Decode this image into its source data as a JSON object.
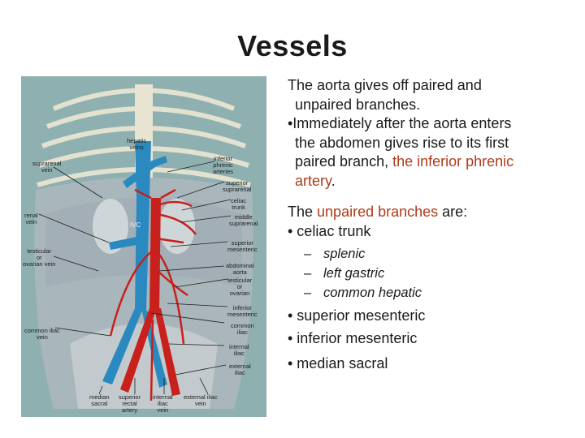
{
  "title": "Vessels",
  "intro": {
    "line1": "The aorta gives off paired and",
    "line2": "unpaired branches.",
    "bullet1_a": "•Immediately after the aorta enters",
    "bullet1_b": "the abdomen gives rise to its first",
    "bullet1_c_pre": "paired branch, ",
    "bullet1_c_hi": "the inferior phrenic",
    "bullet1_d_hi": "artery",
    "bullet1_d_post": "."
  },
  "unpaired": {
    "lead_pre": "The ",
    "lead_hi": "unpaired branches",
    "lead_post": " are:",
    "celiac": "• celiac trunk",
    "sub_items": [
      "splenic",
      "left gastric",
      "common hepatic"
    ],
    "sub_dash": "–",
    "bullets": [
      "• superior mesenteric",
      "• inferior mesenteric",
      "• median sacral"
    ]
  },
  "figure_labels": {
    "hepatic_veins": "hepatic\nveins",
    "suprarenal_vein": "suprarenal\nvein",
    "inferior_phrenic": "inferior\nphrenic\narteries",
    "superior_suprarenal": "superior\nsuprarenal",
    "celiac_trunk": "celiac\ntrunk",
    "middle_suprarenal": "middle\nsuprarenal",
    "renal_vein": "renal\nvein",
    "ivc": "IVC",
    "superior_mesenteric": "superior\nmesenteric",
    "testicular_ovarian_vein": "testicular\nor\novarian vein",
    "abdominal_aorta": "abdominal\naorta",
    "testicular_ovarian": "testicular\nor\novarian",
    "inferior_mesenteric": "inferior\nmesenteric",
    "common_iliac_vein": "common iliac\nvein",
    "common_iliac": "common\niliac",
    "internal_iliac": "internal\niliac",
    "external_iliac": "external\niliac",
    "median_sacral": "median\nsacral",
    "superior_rectal_artery": "superior\nrectal\nartery",
    "internal_iliac_vein": "internal\niliac\nvein",
    "external_iliac_vein": "external iliac\nvein"
  },
  "colors": {
    "highlight": "#b03a1a",
    "artery": "#c8201c",
    "vein": "#2a8ac0",
    "figure_bg": "#8fb0b0"
  }
}
